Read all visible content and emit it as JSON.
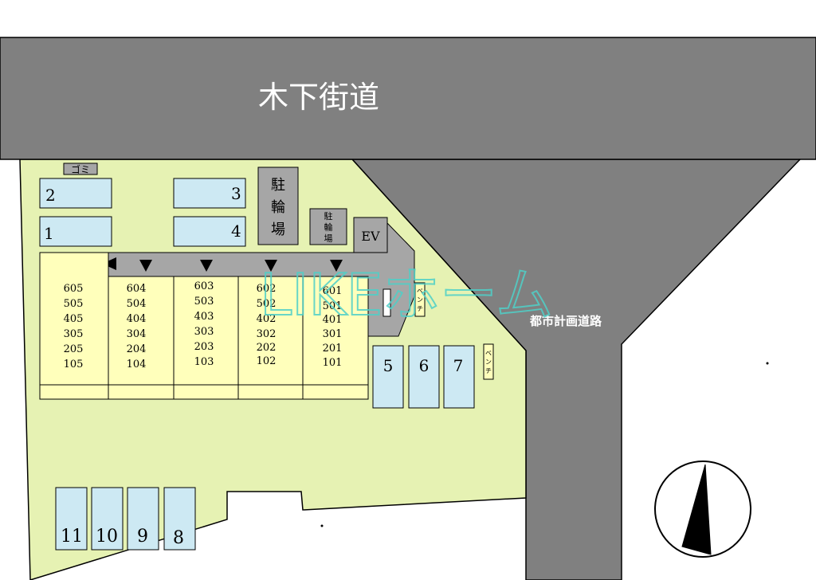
{
  "roads": {
    "main": "木下街道",
    "planned": "都市計画道路"
  },
  "watermark": "LIKEホーム",
  "facilities": {
    "garbage": "ゴミ",
    "bicycle_parking_large": [
      "駐",
      "輪",
      "場"
    ],
    "bicycle_parking_small": [
      "駐",
      "輪",
      "場"
    ],
    "elevator": "EV",
    "bench": [
      "ベ",
      "ン",
      "チ"
    ]
  },
  "parking_spaces": [
    "1",
    "2",
    "3",
    "4",
    "5",
    "6",
    "7",
    "8",
    "9",
    "10",
    "11"
  ],
  "unit_columns": [
    [
      "605",
      "505",
      "405",
      "305",
      "205",
      "105"
    ],
    [
      "604",
      "504",
      "404",
      "304",
      "204",
      "104"
    ],
    [
      "603",
      "503",
      "403",
      "303",
      "203",
      "103"
    ],
    [
      "602",
      "502",
      "402",
      "302",
      "202",
      "102"
    ],
    [
      "601",
      "501",
      "401",
      "301",
      "201",
      "101"
    ]
  ],
  "colors": {
    "road": "#808080",
    "site": "#e6f2b3",
    "building": "#ffffbb",
    "parking": "#cde9f3",
    "facility": "#a6a6a6",
    "watermark": "#4fd0c8"
  },
  "compass": {
    "direction": "north"
  }
}
